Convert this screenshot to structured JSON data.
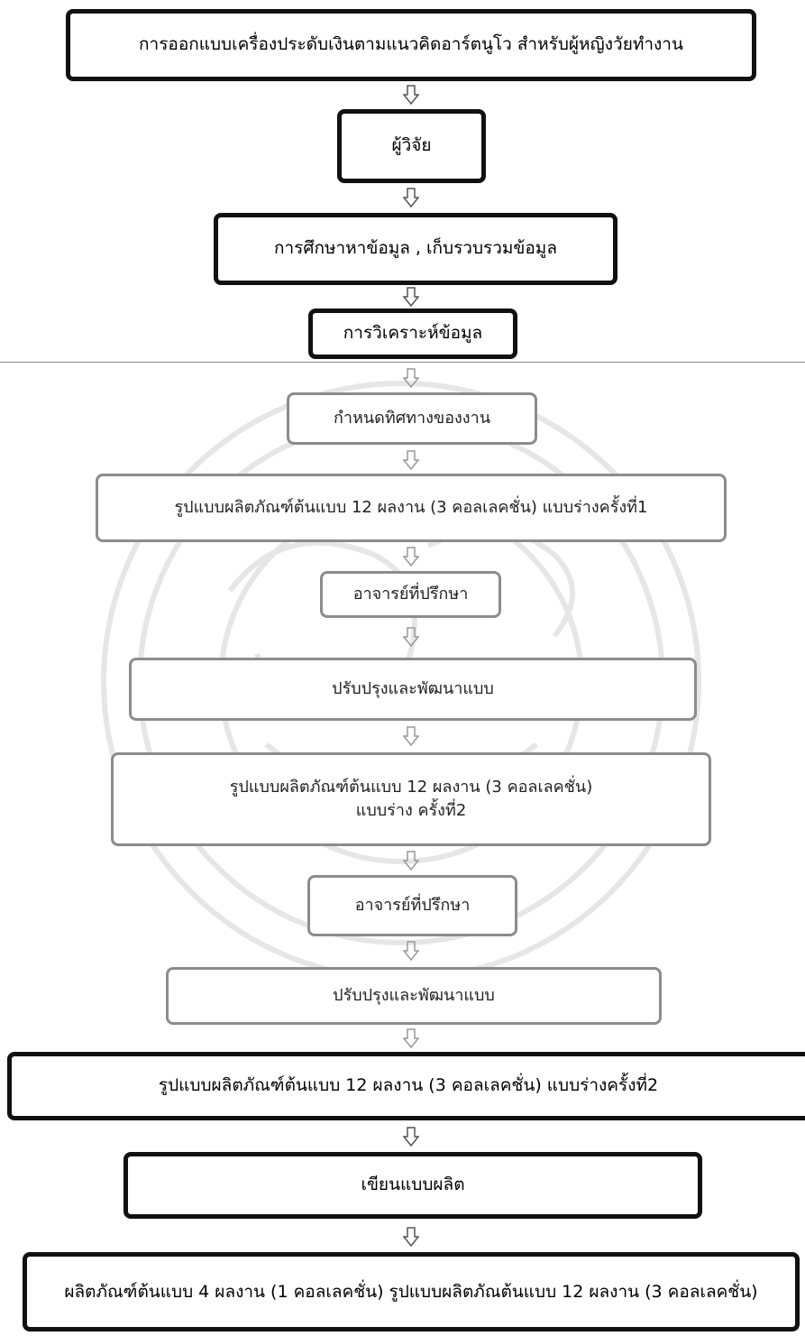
{
  "steps": [
    {
      "text": "การออกแบบเครื่องประดับเงินตามแนวคิดอาร์ตนูโว สำหรับผู้หญิงวัยทำงาน"
    },
    {
      "text": "ผู้วิจัย"
    },
    {
      "text": "การศึกษาหาข้อมูล , เก็บรวบรวมข้อมูล"
    },
    {
      "text": "การวิเคราะห์ข้อมูล"
    },
    {
      "text": "กำหนดทิศทางของงาน"
    },
    {
      "text": "รูปแบบผลิตภัณฑ์ต้นแบบ 12 ผลงาน (3 คอลเลคชั่น) แบบร่างครั้งที่1"
    },
    {
      "text": "อาจารย์ที่ปรึกษา"
    },
    {
      "text": "ปรับปรุงและพัฒนาแบบ"
    },
    {
      "text": "รูปแบบผลิตภัณฑ์ต้นแบบ 12 ผลงาน (3 คอลเลคชั่น) แบบร่าง ครั้งที่2"
    },
    {
      "text": "อาจารย์ที่ปรึกษา"
    },
    {
      "text": "ปรับปรุงและพัฒนาแบบ"
    },
    {
      "text": "รูปแบบผลิตภัณฑ์ต้นแบบ 12 ผลงาน (3 คอลเลคชั่น) แบบร่างครั้งที่2"
    },
    {
      "text": "เขียนแบบผลิต"
    },
    {
      "text": "ผลิตภัณฑ์ต้นแบบ 4 ผลงาน (1 คอลเลคชั่น) รูปแบบผลิตภัณต้นแบบ 12 ผลงาน (3 คอลเลคชั่น)"
    }
  ]
}
